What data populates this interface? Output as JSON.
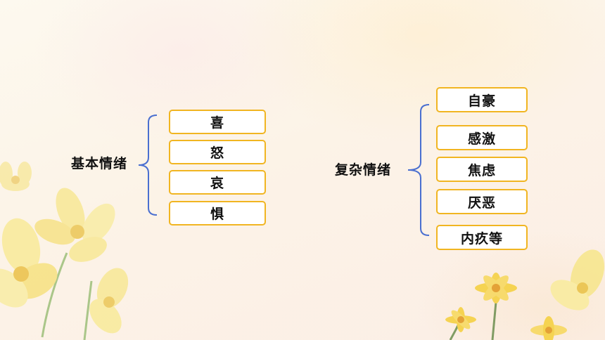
{
  "basic": {
    "label": "基本情绪",
    "items": [
      "喜",
      "怒",
      "哀",
      "惧"
    ]
  },
  "complex": {
    "label": "复杂情绪",
    "items": [
      "自豪",
      "感激",
      "焦虑",
      "厌恶",
      "内疚等"
    ]
  },
  "colors": {
    "box_border": "#f1b521",
    "brace": "#4a6fd0",
    "flower_petal": "#f7d75a",
    "flower_center": "#e8a217"
  }
}
